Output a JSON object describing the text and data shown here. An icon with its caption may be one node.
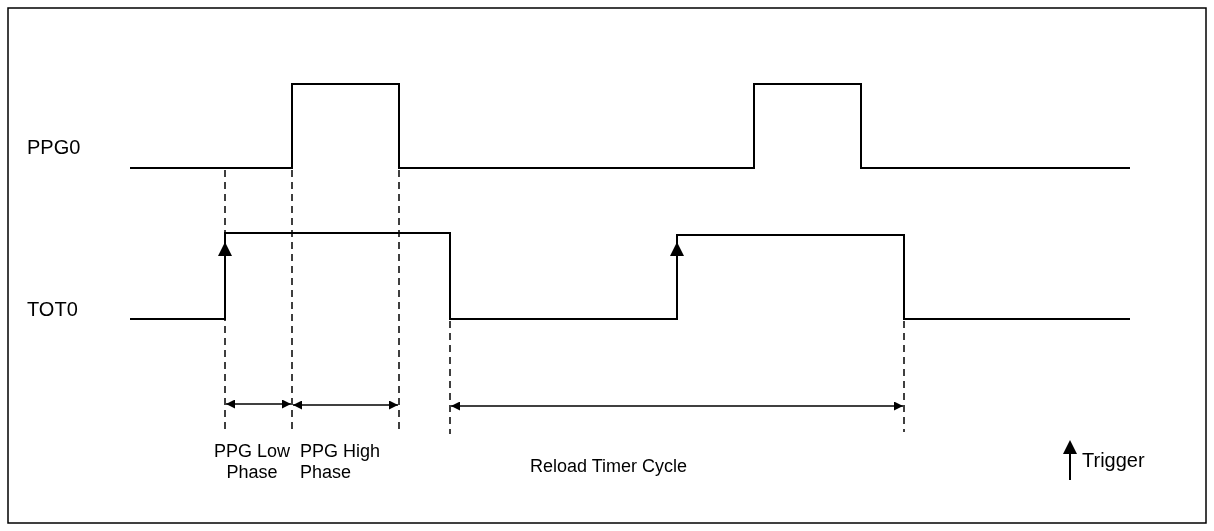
{
  "diagram": {
    "labels": [
      "PPG0",
      "TOT0",
      "PPG Low Phase",
      "PPG High Phase",
      "Reload Timer Cycle"
    ],
    "legend": [
      {
        "text": "Trigger"
      }
    ]
  }
}
